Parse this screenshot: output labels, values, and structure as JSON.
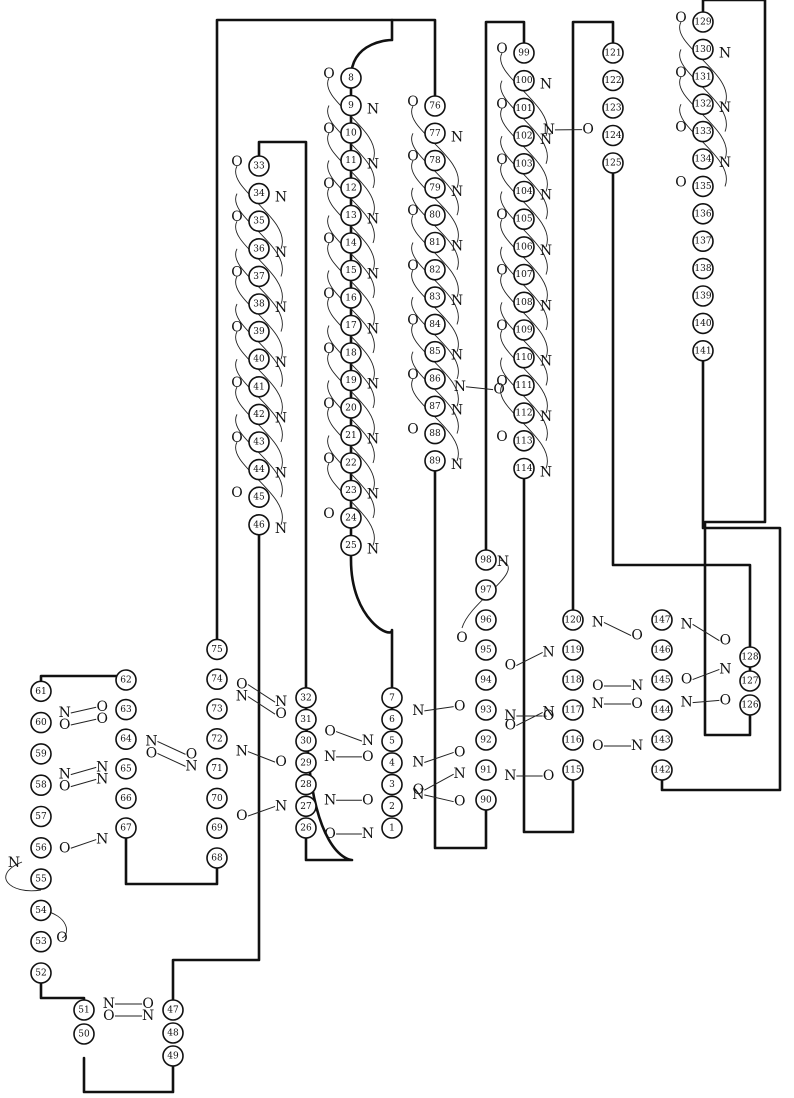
{
  "diagram": {
    "residues": [
      "1",
      "2",
      "3",
      "4",
      "5",
      "6",
      "7",
      "8",
      "9",
      "10",
      "11",
      "12",
      "13",
      "14",
      "15",
      "16",
      "17",
      "18",
      "19",
      "20",
      "21",
      "22",
      "23",
      "24",
      "25",
      "26",
      "27",
      "28",
      "29",
      "30",
      "31",
      "32",
      "33",
      "34",
      "35",
      "36",
      "37",
      "38",
      "39",
      "40",
      "41",
      "42",
      "43",
      "44",
      "45",
      "46",
      "47",
      "48",
      "49",
      "50",
      "51",
      "52",
      "53",
      "54",
      "55",
      "56",
      "57",
      "58",
      "59",
      "60",
      "61",
      "62",
      "63",
      "64",
      "65",
      "66",
      "67",
      "68",
      "69",
      "70",
      "71",
      "72",
      "73",
      "74",
      "75",
      "76",
      "77",
      "78",
      "79",
      "80",
      "81",
      "82",
      "83",
      "84",
      "85",
      "86",
      "87",
      "88",
      "89",
      "90",
      "91",
      "92",
      "93",
      "94",
      "95",
      "96",
      "97",
      "98",
      "99",
      "100",
      "101",
      "102",
      "103",
      "104",
      "105",
      "106",
      "107",
      "108",
      "109",
      "110",
      "111",
      "112",
      "113",
      "114",
      "115",
      "116",
      "117",
      "118",
      "119",
      "120",
      "121",
      "122",
      "123",
      "124",
      "125",
      "126",
      "127",
      "128",
      "129",
      "130",
      "131",
      "132",
      "133",
      "134",
      "135",
      "136",
      "137",
      "138",
      "139",
      "140",
      "141",
      "142",
      "143",
      "144",
      "145",
      "146",
      "147"
    ],
    "atom_labels": {
      "oxygen": "O",
      "nitrogen": "N"
    }
  }
}
